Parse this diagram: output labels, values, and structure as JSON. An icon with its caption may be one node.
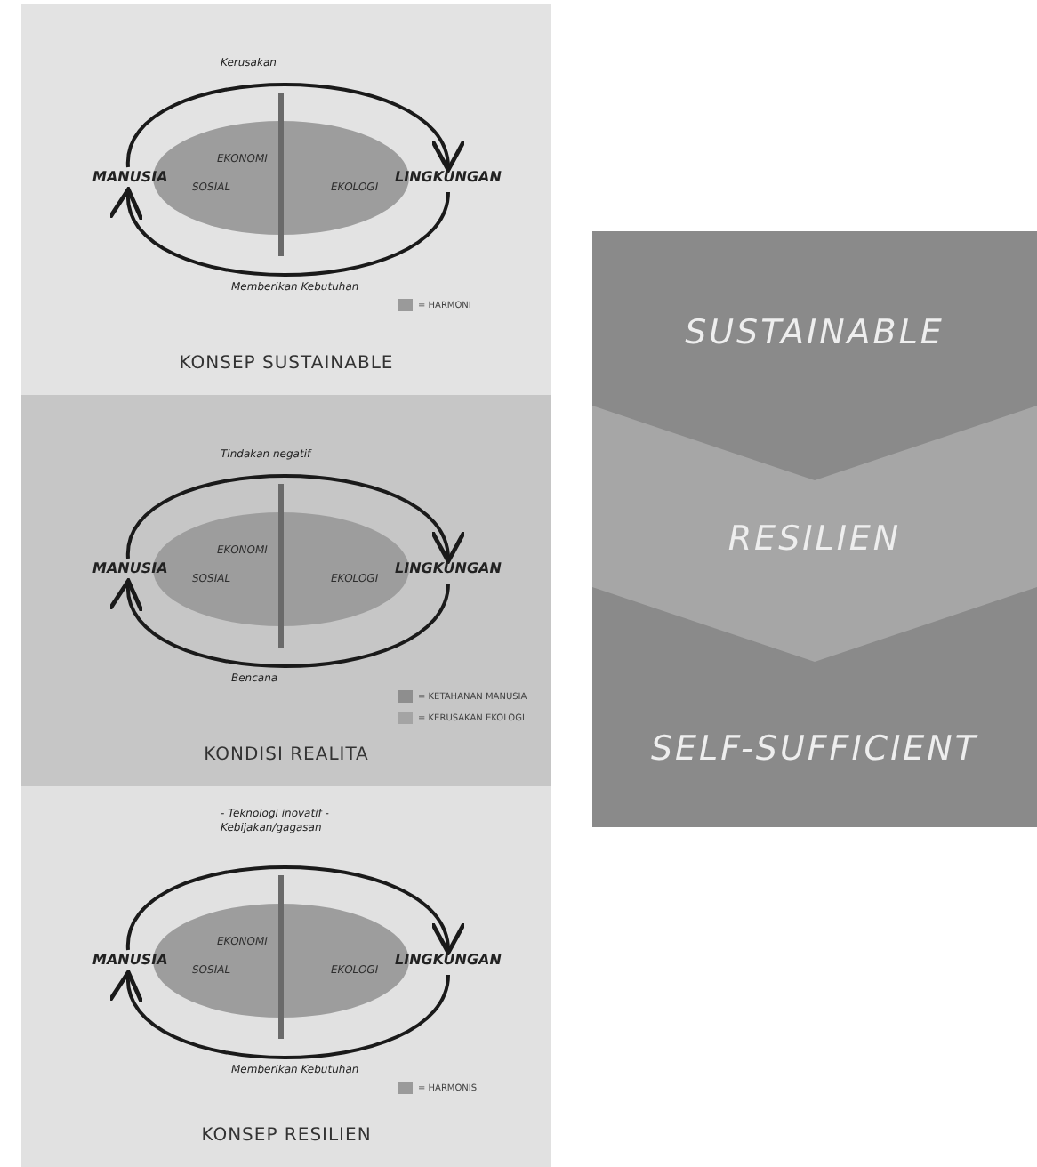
{
  "diagram": {
    "nodes": [
      {
        "text": [
          "KONSEP SUSTAINABLE"
        ]
      },
      {
        "text": [
          "MANUSIA"
        ],
        "in": 0
      },
      {
        "text": [
          "EKONOMI",
          "SOSIAL",
          "EKOLOGI"
        ],
        "in": 0
      },
      {
        "text": [
          "LINGKUNGAN"
        ],
        "in": 0
      },
      {
        "text": [
          "KONDISI REALITA"
        ]
      },
      {
        "text": [
          "MANUSIA"
        ],
        "in": 4
      },
      {
        "text": [
          "EKONOMI",
          "SOSIAL",
          "EKOLOGI"
        ],
        "in": 4
      },
      {
        "text": [
          "LINGKUNGAN"
        ],
        "in": 4
      },
      {
        "text": [
          "KONSEP RESILIEN"
        ]
      },
      {
        "text": [
          "MANUSIA"
        ],
        "in": 8
      },
      {
        "text": [
          "EKONOMI",
          "SOSIAL",
          "EKOLOGI"
        ],
        "in": 8
      },
      {
        "text": [
          "LINGKUNGAN"
        ],
        "in": 8
      },
      {
        "text": [],
        "shape": "box"
      },
      {
        "text": [
          "SUSTAINABLE"
        ],
        "in": 12
      },
      {
        "text": [
          "RESILIEN"
        ],
        "in": 12
      },
      {
        "text": [
          "SELF-SUFFICIENT"
        ],
        "in": 12
      }
    ],
    "edges": [
      {
        "from": 1,
        "to": 3,
        "arrow": "to",
        "label": "Kerusakan"
      },
      {
        "from": 3,
        "to": 1,
        "arrow": "to",
        "label": "Memberikan Kebutuhan"
      },
      {
        "from": 5,
        "to": 7,
        "arrow": "to",
        "label": "Tindakan negatif"
      },
      {
        "from": 7,
        "to": 5,
        "arrow": "to",
        "label": "Bencana"
      },
      {
        "from": 9,
        "to": 11,
        "arrow": "to",
        "label": "- Teknologi inovatif - Kebijakan/gagasan"
      },
      {
        "from": 11,
        "to": 9,
        "arrow": "to",
        "label": "Memberikan Kebutuhan"
      }
    ],
    "legend": [
      {
        "text": "= HARMONI",
        "color": "#9a9a9a"
      },
      {
        "text": "= KETAHANAN MANUSIA",
        "color": "#8e8e8e"
      },
      {
        "text": "= KERUSAKAN EKOLOGI",
        "color": "#a4a4a4"
      },
      {
        "text": "= HARMONIS",
        "color": "#9a9a9a"
      }
    ]
  }
}
